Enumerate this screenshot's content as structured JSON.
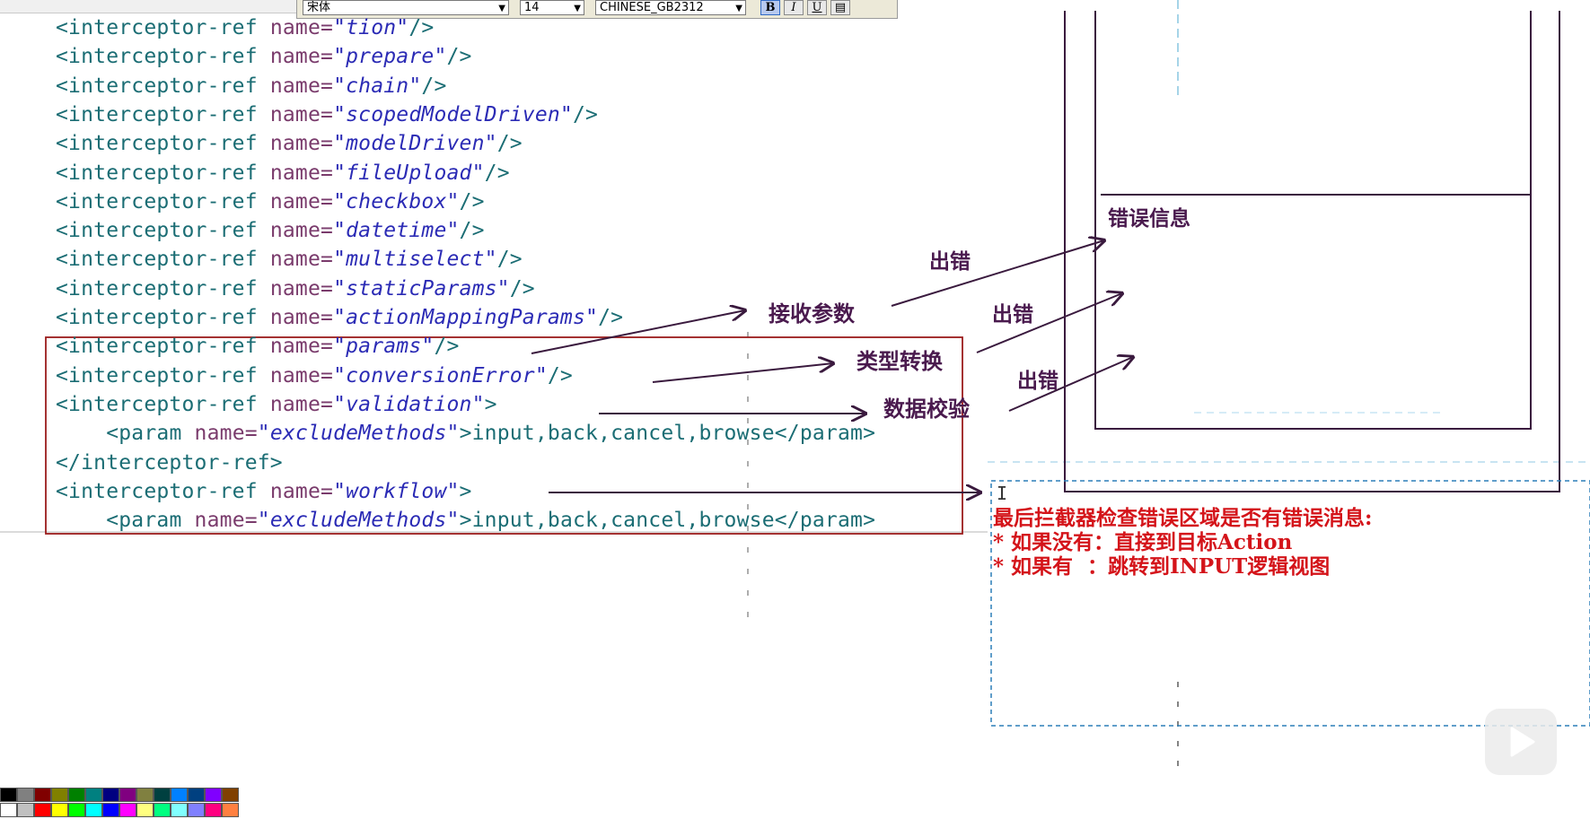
{
  "toolbar": {
    "font_name": "宋体",
    "font_size": "14",
    "charset": "CHINESE_GB2312",
    "bold_label": "B",
    "italic_label": "I",
    "underline_label": "U"
  },
  "code_lines": [
    {
      "indent": "",
      "tag": "<interceptor-ref",
      "attr": " name=",
      "value": "\"tion\"",
      "tail": "/>"
    },
    {
      "indent": "",
      "tag": "<interceptor-ref",
      "attr": " name=",
      "value": "\"prepare\"",
      "tail": "/>"
    },
    {
      "indent": "",
      "tag": "<interceptor-ref",
      "attr": " name=",
      "value": "\"chain\"",
      "tail": "/>"
    },
    {
      "indent": "",
      "tag": "<interceptor-ref",
      "attr": " name=",
      "value": "\"scopedModelDriven\"",
      "tail": "/>"
    },
    {
      "indent": "",
      "tag": "<interceptor-ref",
      "attr": " name=",
      "value": "\"modelDriven\"",
      "tail": "/>"
    },
    {
      "indent": "",
      "tag": "<interceptor-ref",
      "attr": " name=",
      "value": "\"fileUpload\"",
      "tail": "/>"
    },
    {
      "indent": "",
      "tag": "<interceptor-ref",
      "attr": " name=",
      "value": "\"checkbox\"",
      "tail": "/>"
    },
    {
      "indent": "",
      "tag": "<interceptor-ref",
      "attr": " name=",
      "value": "\"datetime\"",
      "tail": "/>"
    },
    {
      "indent": "",
      "tag": "<interceptor-ref",
      "attr": " name=",
      "value": "\"multiselect\"",
      "tail": "/>"
    },
    {
      "indent": "",
      "tag": "<interceptor-ref",
      "attr": " name=",
      "value": "\"staticParams\"",
      "tail": "/>"
    },
    {
      "indent": "",
      "tag": "<interceptor-ref",
      "attr": " name=",
      "value": "\"actionMappingParams\"",
      "tail": "/>"
    },
    {
      "indent": "",
      "tag": "<interceptor-ref",
      "attr": " name=",
      "value": "\"params\"",
      "tail": "/>"
    },
    {
      "indent": "",
      "tag": "<interceptor-ref",
      "attr": " name=",
      "value": "\"conversionError\"",
      "tail": "/>"
    },
    {
      "indent": "",
      "tag": "<interceptor-ref",
      "attr": " name=",
      "value": "\"validation\"",
      "tail": ">"
    },
    {
      "indent": "    ",
      "tag": "<param",
      "attr": " name=",
      "value": "\"excludeMethods\"",
      "tail": ">input,back,cancel,browse</param>"
    },
    {
      "indent": "",
      "tag": "</interceptor-ref>",
      "attr": "",
      "value": "",
      "tail": ""
    },
    {
      "indent": "",
      "tag": "<interceptor-ref",
      "attr": " name=",
      "value": "\"workflow\"",
      "tail": ">"
    },
    {
      "indent": "    ",
      "tag": "<param",
      "attr": " name=",
      "value": "\"excludeMethods\"",
      "tail": ">input,back,cancel,browse</param>"
    }
  ],
  "annotations": {
    "error_info": "错误信息",
    "error_1": "出错",
    "error_2": "出错",
    "error_3": "出错",
    "receive_params": "接收参数",
    "type_conversion": "类型转换",
    "data_validation": "数据校验"
  },
  "note": {
    "line1": "最后拦截器检查错误区域是否有错误消息:",
    "line2": "* 如果没有：直接到目标Action",
    "line3": "* 如果有  ：跳转到INPUT逻辑视图"
  },
  "colors": {
    "code_tag": "#1b6d74",
    "code_attr": "#7a3b6c",
    "code_value": "#2b2bb5",
    "annotation": "#4a1a4e",
    "note_red": "#d4141a",
    "box_border": "#9b1c1c",
    "diagram_border": "#3a1a3e"
  },
  "palette": [
    "#000000",
    "#808080",
    "#800000",
    "#808000",
    "#008000",
    "#008080",
    "#000080",
    "#800080",
    "#808040",
    "#004040",
    "#0080ff",
    "#004080",
    "#8000ff",
    "#804000",
    "#ffffff",
    "#c0c0c0",
    "#ff0000",
    "#ffff00",
    "#00ff00",
    "#00ffff",
    "#0000ff",
    "#ff00ff",
    "#ffff80",
    "#00ff80",
    "#80ffff",
    "#8080ff",
    "#ff0080",
    "#ff8040"
  ]
}
